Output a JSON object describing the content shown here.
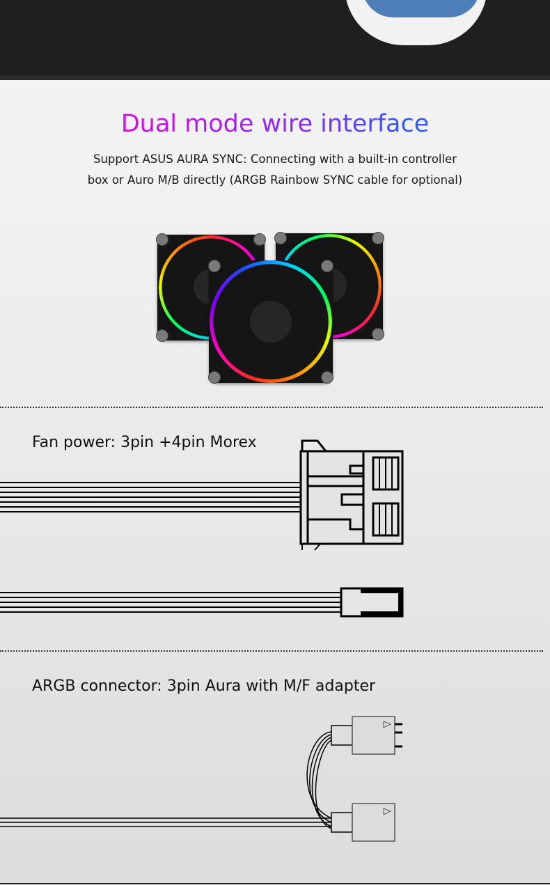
{
  "heading": {
    "title": "Dual mode wire interface"
  },
  "description": {
    "line1": "Support ASUS AURA SYNC: Connecting with a built-in controller",
    "line2": "box or Auro M/B directly (ARGB Rainbow SYNC cable for optional)"
  },
  "sections": {
    "fan_power": "Fan power: 3pin +4pin Morex",
    "argb": "ARGB connector: 3pin Aura with M/F adapter"
  },
  "colors": {
    "title_start": "#d10fe0",
    "title_end": "#2a5cf6",
    "top_band": "#1f1f1f"
  }
}
